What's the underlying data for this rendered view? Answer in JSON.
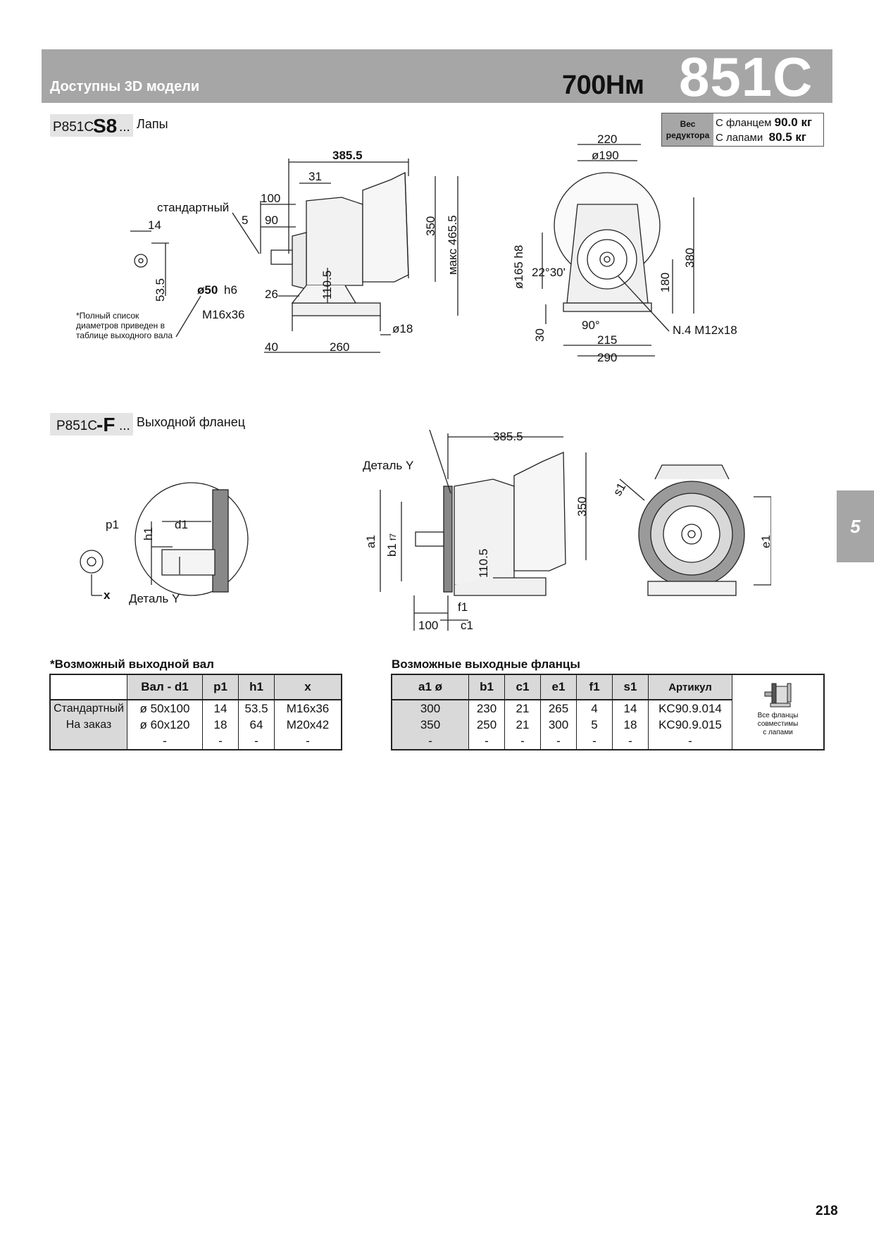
{
  "header": {
    "left_text": "Доступны 3D модели",
    "torque": "700Нм",
    "model": "851C"
  },
  "weight": {
    "label": "Вес редуктора",
    "rows": [
      {
        "label": "С фланцем",
        "value": "90.0 кг"
      },
      {
        "label": "С лапами",
        "value": "80.5 кг"
      }
    ]
  },
  "section1": {
    "code_prefix": "P851C",
    "code_big": "S8",
    "code_suffix": "...",
    "title": "Лапы"
  },
  "section2": {
    "code_prefix": "P851C",
    "code_big": "-F",
    "code_suffix": "...",
    "title": "Выходной фланец"
  },
  "drawing1_labels": {
    "d385": "385.5",
    "d31": "31",
    "d100": "100",
    "std": "стандартный",
    "d5": "5",
    "d90": "90",
    "d14": "14",
    "d53": "53.5",
    "d50": "ø50",
    "h6": "h6",
    "d26": "26",
    "m16": "M16x36",
    "d110": "110.5",
    "d350": "350",
    "d465": "макс 465.5",
    "d40": "40",
    "d260": "260",
    "d18": "ø18"
  },
  "drawing2_labels": {
    "d220": "220",
    "d190": "ø190",
    "d165": "ø165 h8",
    "ang": "22°30'",
    "d380": "380",
    "d180": "180",
    "d30": "30",
    "d90deg": "90°",
    "d215": "215",
    "d290": "290",
    "bolt": "N.4 M12x18"
  },
  "drawing3_labels": {
    "p1": "p1",
    "d1": "d1",
    "h1": "h1",
    "x": "x",
    "detail": "Деталь Y",
    "detail2": "Деталь Y",
    "d385": "385.5",
    "a1": "a1",
    "b1": "b1",
    "f7": "f7",
    "d110": "110.5",
    "d350": "350",
    "f1": "f1",
    "d100": "100",
    "c1": "c1",
    "s1": "s1",
    "e1": "e1"
  },
  "footnote": [
    "*Полный список",
    "диаметров приведен в",
    "таблице выходного вала"
  ],
  "shaft_table": {
    "title": "*Возможный выходной вал",
    "headers": [
      "",
      "Вал - d1",
      "p1",
      "h1",
      "x"
    ],
    "rows": [
      [
        "Стандартный",
        "ø 50x100",
        "14",
        "53.5",
        "M16x36"
      ],
      [
        "На заказ",
        "ø 60x120",
        "18",
        "64",
        "M20x42"
      ],
      [
        "",
        "-",
        "-",
        "-",
        "-"
      ]
    ]
  },
  "flange_table": {
    "title": "Возможные выходные фланцы",
    "headers": [
      "a1 ø",
      "b1",
      "c1",
      "e1",
      "f1",
      "s1",
      "Артикул"
    ],
    "rows": [
      [
        "300",
        "230",
        "21",
        "265",
        "4",
        "14",
        "KC90.9.014"
      ],
      [
        "350",
        "250",
        "21",
        "300",
        "5",
        "18",
        "KC90.9.015"
      ],
      [
        "-",
        "-",
        "-",
        "-",
        "-",
        "-",
        "-"
      ]
    ],
    "note": [
      "Все фланцы",
      "совместимы",
      "с лапами"
    ]
  },
  "chapter_tab": "5",
  "page_number": "218"
}
